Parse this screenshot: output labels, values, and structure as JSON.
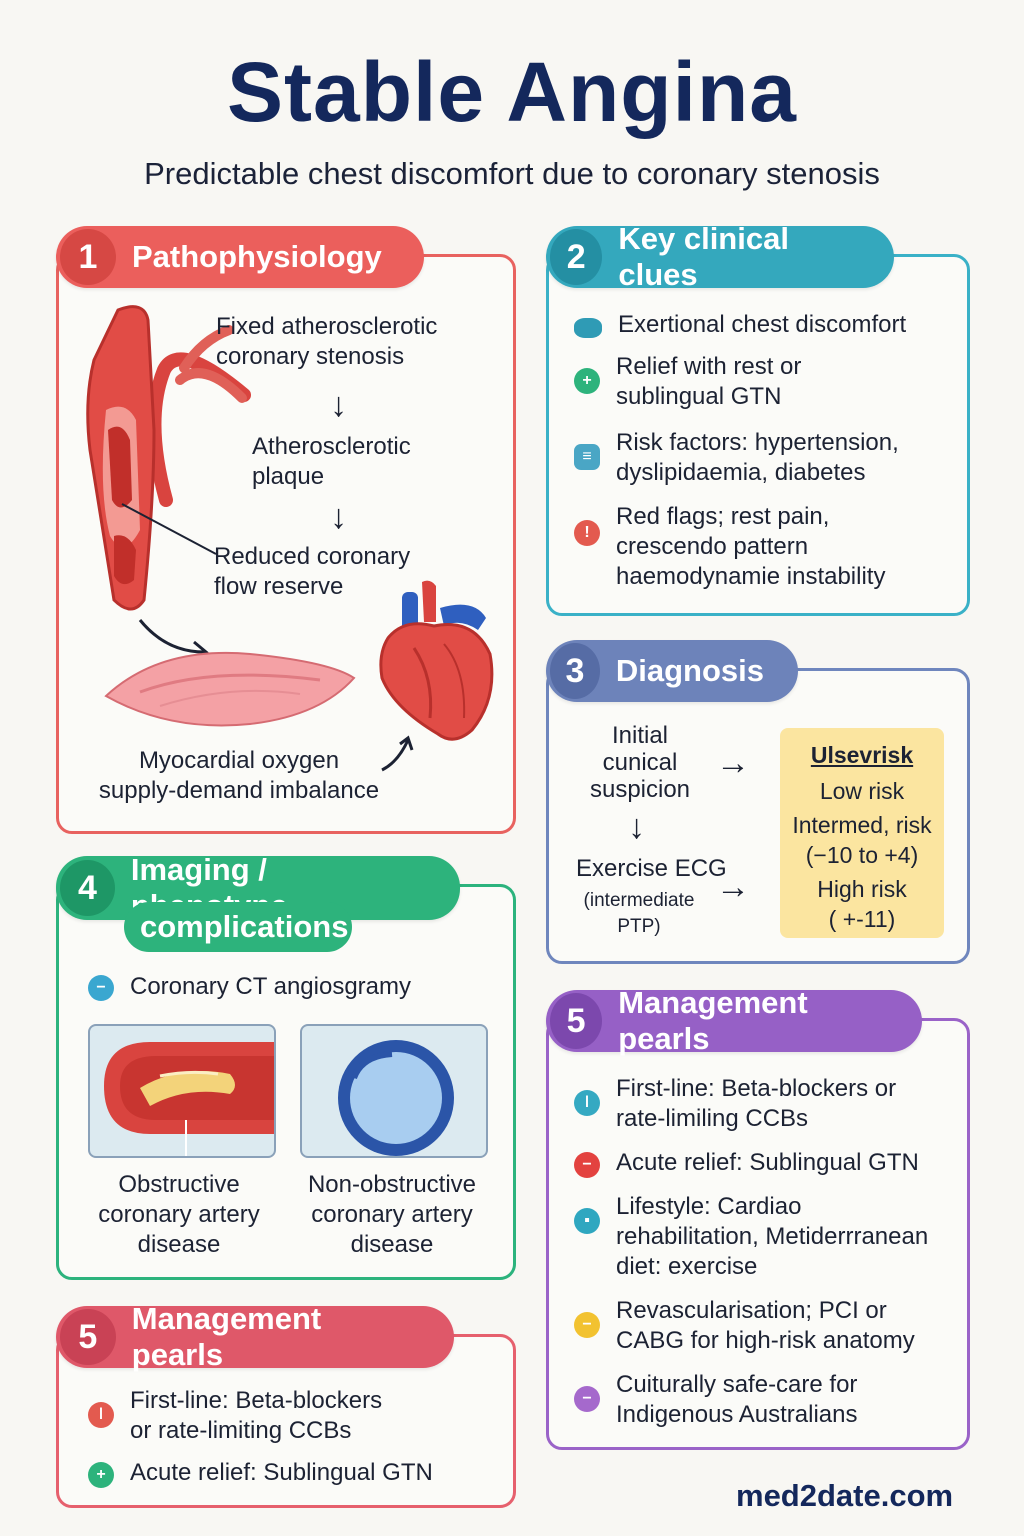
{
  "title": "Stable Angina",
  "subtitle": "Predictable chest discomfort due to coronary stenosis",
  "brand": "med2date.com",
  "colors": {
    "title": "#14285c",
    "p1": "#eb5f5c",
    "p2": "#34a8bd",
    "p3": "#6d83ba",
    "p4": "#2db37c",
    "p5a": "#9660c6",
    "p5b": "#df5869",
    "risk_box": "#fbe5a0"
  },
  "pathophysiology": {
    "num": "1",
    "title": "Pathophysiology",
    "step1_a": "Fixed atherosclerotic",
    "step1_b": "coronary stenosis",
    "step2_a": "Atherosclerotic",
    "step2_b": "plaque",
    "step3_a": "Reduced coronary",
    "step3_b": "flow reserve",
    "step4_a": "Myocardial oxygen",
    "step4_b": "supply-demand imbalance",
    "arrow": "↓",
    "icons": [
      "artery-illustration",
      "heart-illustration",
      "myocardium-illustration"
    ]
  },
  "clinical_clues": {
    "num": "2",
    "title": "Key clinical clues",
    "items": [
      {
        "l1": "Exertional chest discomfort",
        "l2": "",
        "l3": "",
        "icon": "pill-icon",
        "glyph": "",
        "color": "#2f9bb5"
      },
      {
        "l1": "Relief with rest or",
        "l2": "sublingual GTN",
        "l3": "",
        "icon": "plus-icon",
        "glyph": "+",
        "color": "#2db37c"
      },
      {
        "l1": "Risk factors: hypertension,",
        "l2": "dyslipidaemia, diabetes",
        "l3": "",
        "icon": "list-icon",
        "glyph": "≡",
        "color": "#4aa6c5"
      },
      {
        "l1": "Red flags; rest pain,",
        "l2": "crescendo pattern",
        "l3": "haemodynamie instability",
        "icon": "alert-icon",
        "glyph": "!",
        "color": "#e35a4f"
      }
    ]
  },
  "diagnosis": {
    "num": "3",
    "title": "Diagnosis",
    "initial_a": "Initial",
    "initial_b": "cunical",
    "initial_c": "suspicion",
    "ecg": "Exercise ECG",
    "ecg_sub_a": "(intermediate",
    "ecg_sub_b": "PTP)",
    "arrow_right": "→",
    "arrow_down": "↓",
    "risk_header": "Ulsevrisk",
    "risk_low": "Low risk",
    "risk_int": "Intermed, risk",
    "risk_int_range": "(−10 to +4)",
    "risk_high": "High risk",
    "risk_high_range": "( +-11)"
  },
  "imaging": {
    "num": "4",
    "title_a": "Imaging / phenotype",
    "title_b": "complications",
    "ct": "Coronary CT angiosgramy",
    "ct_glyph": "−",
    "obs_a": "Obstructive",
    "obs_b": "coronary artery",
    "obs_c": "disease",
    "non_a": "Non-obstructive",
    "non_b": "coronary artery",
    "non_c": "disease"
  },
  "management_right": {
    "num": "5",
    "title": "Management pearls",
    "items": [
      {
        "l1": "First-line: Beta-blockers or",
        "l2": "rate-limiling CCBs",
        "l3": "",
        "icon": "info-icon",
        "glyph": "ǀ",
        "color": "#35a9c2"
      },
      {
        "l1": "Acute relief: Sublingual GTN",
        "l2": "",
        "l3": "",
        "icon": "minus-icon",
        "glyph": "−",
        "color": "#e3423f"
      },
      {
        "l1": "Lifestyle: Cardiao",
        "l2": "rehabilitation, Metiderrranean",
        "l3": "diet: exercise",
        "icon": "lock-icon",
        "glyph": "▪",
        "color": "#2fa7c0"
      },
      {
        "l1": "Revascularisation; PCI or",
        "l2": "CABG for high-risk anatomy",
        "l3": "",
        "icon": "dash-icon",
        "glyph": "−",
        "color": "#f2c230"
      },
      {
        "l1": "Cuiturally safe-care for",
        "l2": "Indigenous Australians",
        "l3": "",
        "icon": "pill-icon",
        "glyph": "−",
        "color": "#a569cc"
      }
    ]
  },
  "management_left": {
    "num": "5",
    "title": "Management pearls",
    "item1_a": "First-line: Beta-blockers",
    "item1_b": "or rate-limiting CCBs",
    "item1_glyph": "ǀ",
    "item2": "Acute relief: Sublingual GTN",
    "item2_glyph": "+"
  }
}
